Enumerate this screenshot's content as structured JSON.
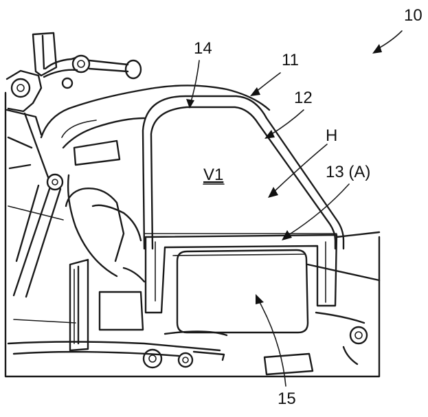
{
  "labels": {
    "ref_10": "10",
    "ref_11": "11",
    "ref_12": "12",
    "ref_14": "14",
    "ref_h": "H",
    "ref_13a": "13 (A)",
    "ref_v1": "V1",
    "ref_15": "15"
  },
  "colors": {
    "line": "#1a1a1a",
    "background": "#ffffff"
  }
}
